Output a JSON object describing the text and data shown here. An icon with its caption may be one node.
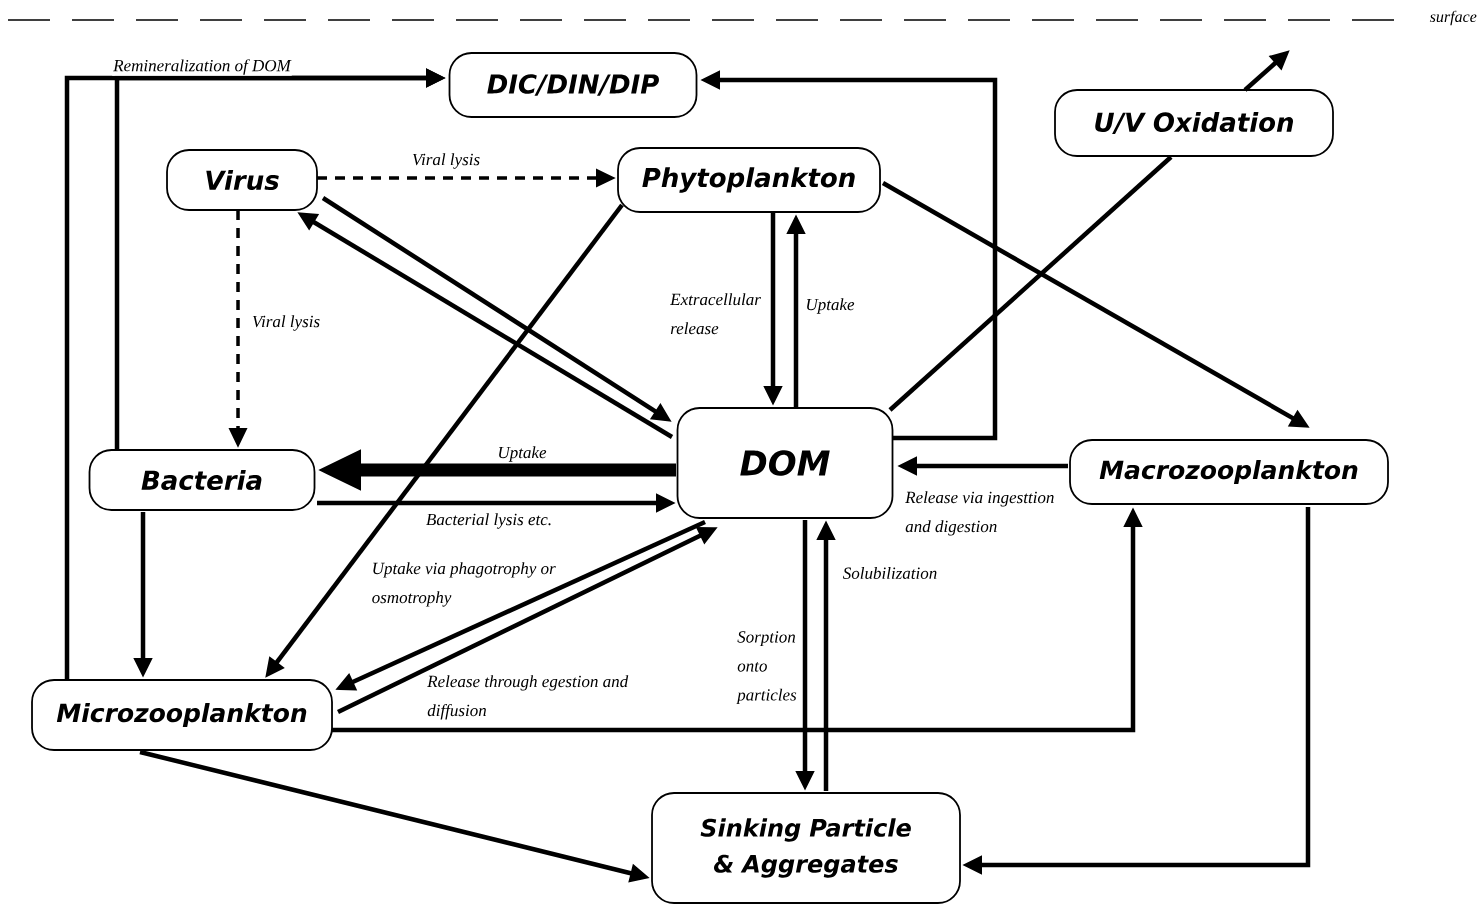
{
  "diagram": {
    "nodes": [
      {
        "text": [
          "DIC/DIN/DIP"
        ]
      },
      {
        "text": [
          "U/V Oxidation"
        ]
      },
      {
        "text": [
          "Virus"
        ]
      },
      {
        "text": [
          "Phytoplankton"
        ]
      },
      {
        "text": [
          "DOM"
        ]
      },
      {
        "text": [
          "Bacteria"
        ]
      },
      {
        "text": [
          "Macrozooplankton"
        ]
      },
      {
        "text": [
          "Microzooplankton"
        ]
      },
      {
        "text": [
          "Sinking Particle & Aggregates"
        ]
      }
    ],
    "edges": [
      {
        "from": 7,
        "to": 0,
        "arrow": "to",
        "label": "Remineralization of DOM"
      },
      {
        "from": 5,
        "to": 0,
        "arrow": "to"
      },
      {
        "from": 4,
        "to": 0,
        "arrow": "to"
      },
      {
        "from": 2,
        "to": 3,
        "arrow": "to",
        "style": "dashed",
        "label": "Viral lysis"
      },
      {
        "from": 2,
        "to": 5,
        "arrow": "to",
        "style": "dashed",
        "label": "Viral lysis"
      },
      {
        "from": 2,
        "to": 4,
        "arrow": "to"
      },
      {
        "from": 4,
        "to": 2,
        "arrow": "to"
      },
      {
        "from": 3,
        "to": 7,
        "arrow": "to"
      },
      {
        "from": 3,
        "to": 4,
        "arrow": "to",
        "label": "Extracellular release"
      },
      {
        "from": 4,
        "to": 3,
        "arrow": "to",
        "label": "Uptake"
      },
      {
        "from": 3,
        "to": 6,
        "arrow": "to"
      },
      {
        "from": 4,
        "to": 1,
        "arrow": "none"
      },
      {
        "from": 5,
        "to": 4,
        "arrow": "to",
        "label": "Bacterial lysis etc."
      },
      {
        "from": 4,
        "to": 5,
        "arrow": "to",
        "style": "thick",
        "label": "Uptake"
      },
      {
        "from": 6,
        "to": 4,
        "arrow": "to",
        "label": "Release via ingesttion and digestion"
      },
      {
        "from": 4,
        "to": 7,
        "arrow": "to",
        "label": "Uptake via phagotrophy or osmotrophy"
      },
      {
        "from": 7,
        "to": 4,
        "arrow": "to",
        "label": "Release through egestion and diffusion"
      },
      {
        "from": 5,
        "to": 7,
        "arrow": "to"
      },
      {
        "from": 7,
        "to": 6,
        "arrow": "to"
      },
      {
        "from": 7,
        "to": 8,
        "arrow": "to"
      },
      {
        "from": 4,
        "to": 8,
        "arrow": "to",
        "label": "Sorption onto particles"
      },
      {
        "from": 8,
        "to": 4,
        "arrow": "to",
        "label": "Solubilization"
      },
      {
        "from": 6,
        "to": 8,
        "arrow": "to"
      },
      {
        "from": 1,
        "to": null,
        "arrow": "to"
      }
    ],
    "labels": [
      "surface"
    ]
  }
}
